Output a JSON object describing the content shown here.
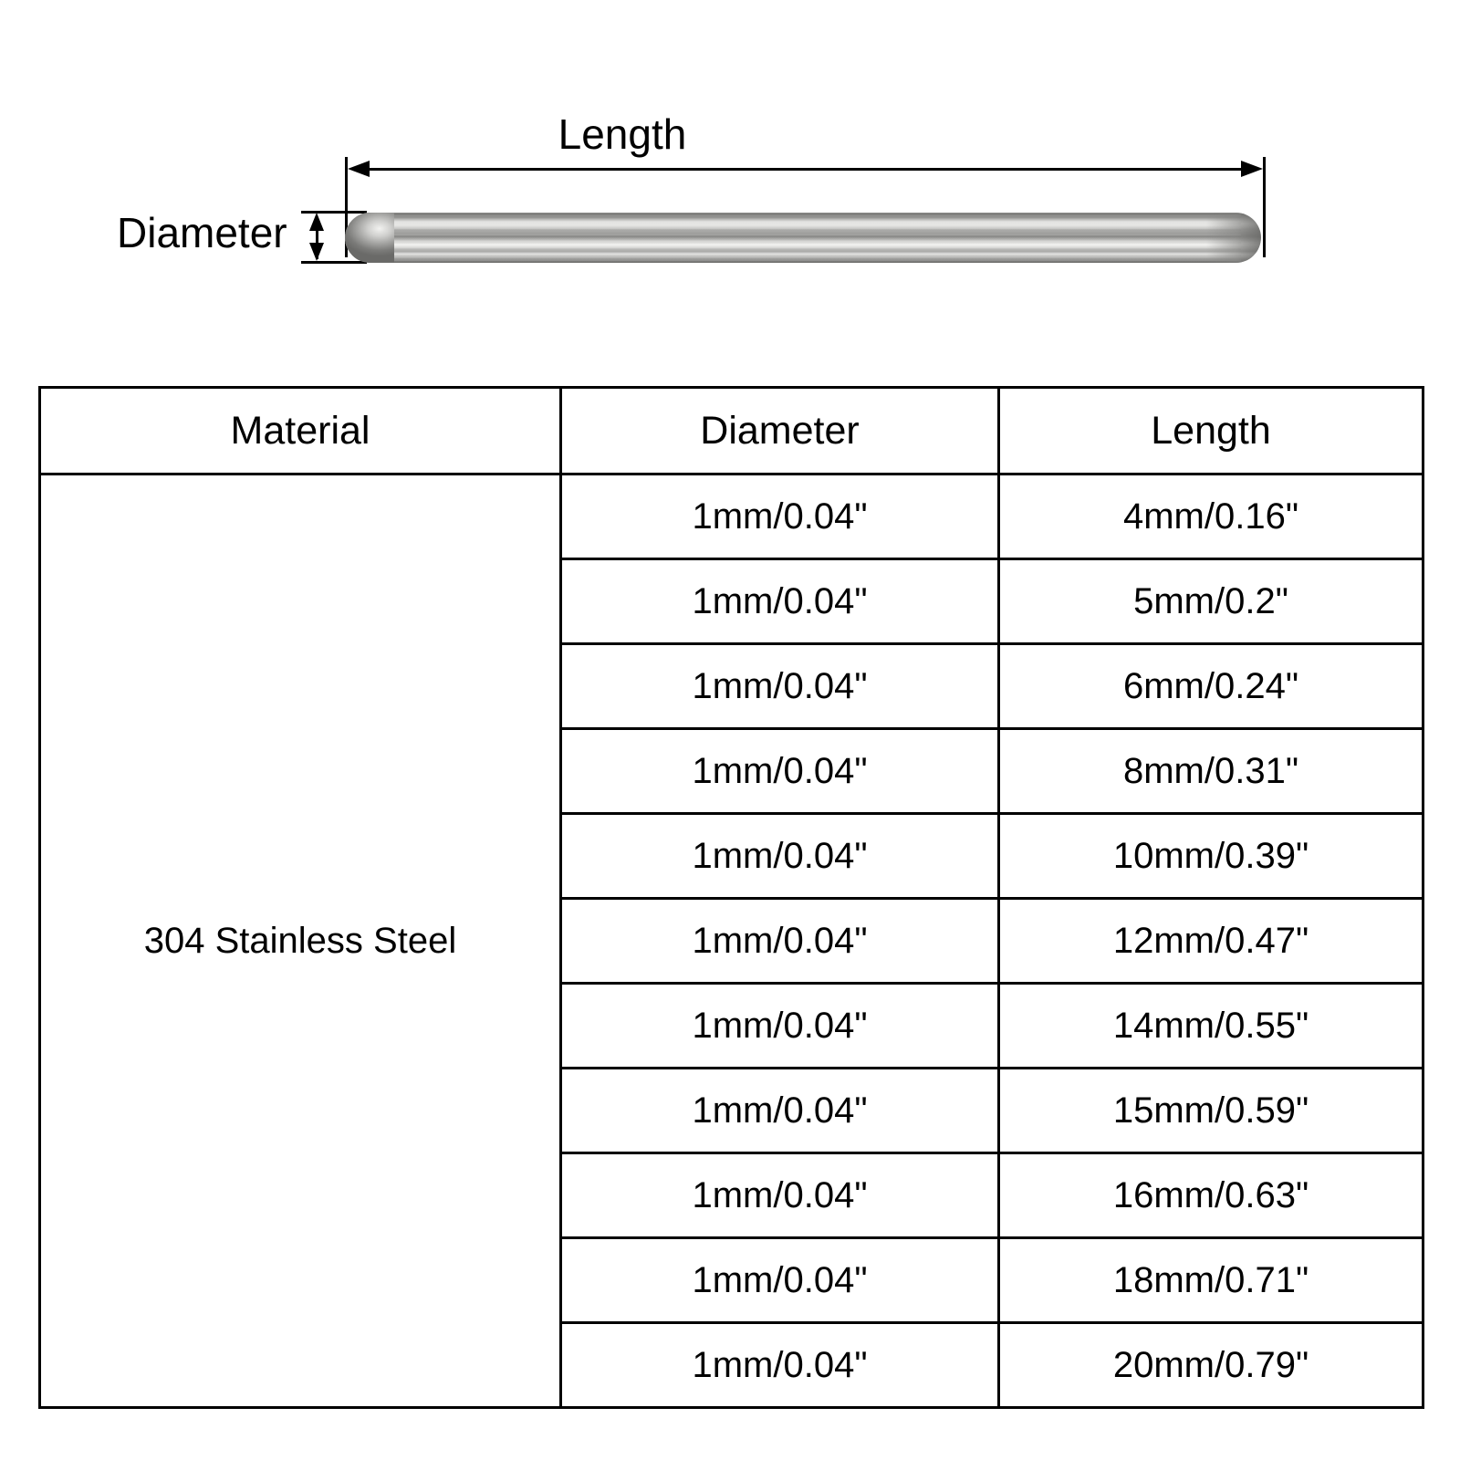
{
  "diagram": {
    "length_label": "Length",
    "diameter_label": "Diameter",
    "product_icon": "steel-rod-illustration",
    "length_arrow_icon": "double-headed-horizontal-arrow",
    "diameter_arrow_icon": "double-headed-vertical-arrow"
  },
  "table": {
    "headers": {
      "material": "Material",
      "diameter": "Diameter",
      "length": "Length"
    },
    "material": "304 Stainless Steel",
    "highlight_color": "#e8511f",
    "highlighted_row_index": 5,
    "rows": [
      {
        "diameter": "1mm/0.04\"",
        "length": "4mm/0.16\""
      },
      {
        "diameter": "1mm/0.04\"",
        "length": "5mm/0.2\""
      },
      {
        "diameter": "1mm/0.04\"",
        "length": "6mm/0.24\""
      },
      {
        "diameter": "1mm/0.04\"",
        "length": "8mm/0.31\""
      },
      {
        "diameter": "1mm/0.04\"",
        "length": "10mm/0.39\""
      },
      {
        "diameter": "1mm/0.04\"",
        "length": "12mm/0.47\""
      },
      {
        "diameter": "1mm/0.04\"",
        "length": "14mm/0.55\""
      },
      {
        "diameter": "1mm/0.04\"",
        "length": "15mm/0.59\""
      },
      {
        "diameter": "1mm/0.04\"",
        "length": "16mm/0.63\""
      },
      {
        "diameter": "1mm/0.04\"",
        "length": "18mm/0.71\""
      },
      {
        "diameter": "1mm/0.04\"",
        "length": "20mm/0.79\""
      }
    ]
  }
}
